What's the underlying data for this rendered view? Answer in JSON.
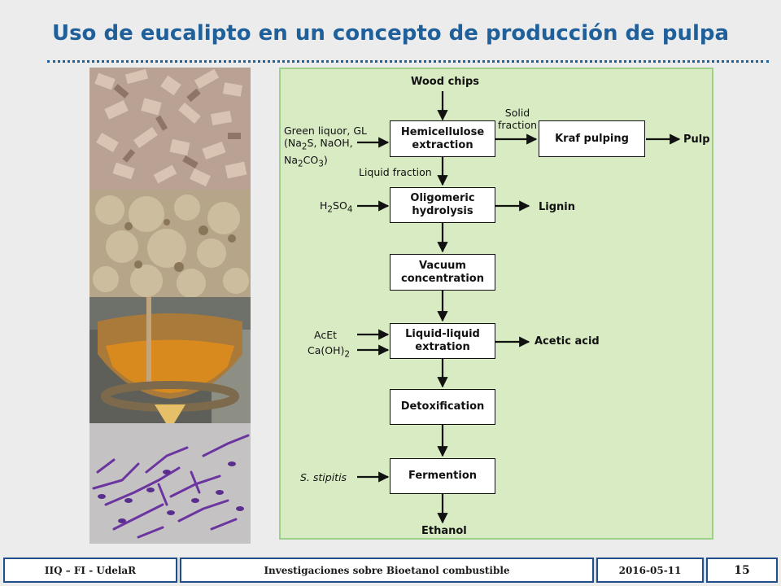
{
  "slide": {
    "title": "Uso de eucalipto en un concepto de producción de pulpa"
  },
  "images": [
    {
      "name": "wood-chips-photo"
    },
    {
      "name": "pulp-photo"
    },
    {
      "name": "hydrolysate-flask-photo"
    },
    {
      "name": "yeast-micrograph-photo"
    }
  ],
  "flow": {
    "boxes": {
      "hemicellulose_1": "Hemicellulose",
      "hemicellulose_2": "extraction",
      "kraf": "Kraf pulping",
      "oligo_1": "Oligomeric",
      "oligo_2": "hydrolysis",
      "vacuum_1": "Vacuum",
      "vacuum_2": "concentration",
      "ll_1": "Liquid-liquid",
      "ll_2": "extration",
      "detox": "Detoxification",
      "ferm": "Fermention"
    },
    "labels": {
      "wood_chips": "Wood chips",
      "green_liquor_1": "Green liquor, GL",
      "green_liquor_2a": "(Na",
      "green_liquor_2b": "2",
      "green_liquor_2c": "S, NaOH,",
      "green_liquor_3a": "Na",
      "green_liquor_3b": "2",
      "green_liquor_3c": "CO",
      "green_liquor_3d": "3",
      "green_liquor_3e": ")",
      "solid_1": "Solid",
      "solid_2": "fraction",
      "pulp": "Pulp",
      "liquid_fraction": "Liquid fraction",
      "h2so4_a": "H",
      "h2so4_b": "2",
      "h2so4_c": "SO",
      "h2so4_d": "4",
      "lignin": "Lignin",
      "acet": "AcEt",
      "caoh_a": "Ca(OH)",
      "caoh_b": "2",
      "acetic_acid": "Acetic acid",
      "stipitis": "S. stipitis",
      "ethanol": "Ethanol"
    }
  },
  "footer": {
    "org": "IIQ – FI - UdelaR",
    "topic": "Investigaciones sobre Bioetanol combustible",
    "date": "2016-05-11",
    "page": "15"
  },
  "colors": {
    "title": "#1f5f9a",
    "panel_bg": "#d8ebc3",
    "panel_border": "#9fd089",
    "footer_border": "#1f4e8a"
  }
}
